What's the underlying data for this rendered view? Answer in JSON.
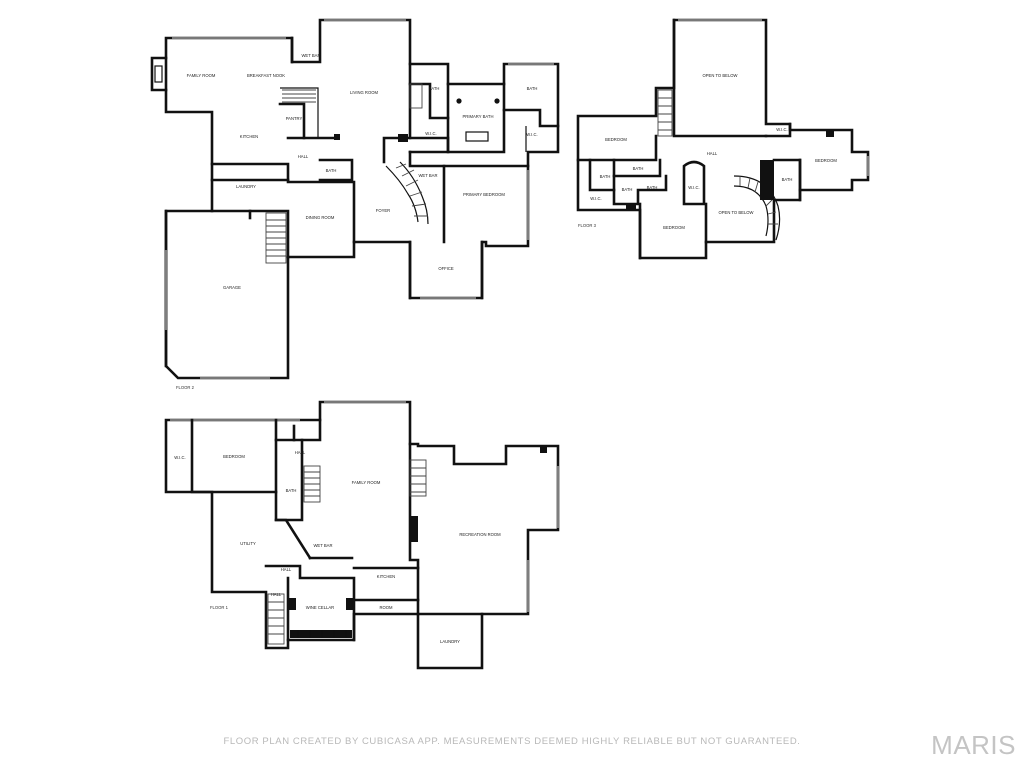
{
  "floors": {
    "floor2": {
      "label": "FLOOR 2",
      "rooms": {
        "family_room": "FAMILY ROOM",
        "breakfast_nook": "BREAKFAST NOOK",
        "wet_bar_top": "WET BAR",
        "living_room": "LIVING ROOM",
        "pantry": "PANTRY",
        "kitchen": "KITCHEN",
        "hall": "HALL",
        "bath_hall": "BATH",
        "laundry": "LAUNDRY",
        "dining_room": "DINING ROOM",
        "foyer": "FOYER",
        "wet_bar_mid": "WET BAR",
        "bath_primary_left": "BATH",
        "wic_primary_left": "W.I.C.",
        "primary_bath": "PRIMARY BATH",
        "bath_primary_right": "BATH",
        "wic_primary_right": "W.I.C.",
        "primary_bedroom": "PRIMARY BEDROOM",
        "office": "OFFICE",
        "garage": "GARAGE"
      }
    },
    "floor3": {
      "label": "FLOOR 3",
      "rooms": {
        "open_to_below_top": "OPEN TO BELOW",
        "bedroom_left": "BEDROOM",
        "hall": "HALL",
        "wic_right": "W.I.C.",
        "bedroom_right": "BEDROOM",
        "bath_a": "BATH",
        "bath_b": "BATH",
        "bath_c": "BATH",
        "bath_d": "BATH",
        "wic_left": "W.I.C.",
        "wic_mid": "W.I.C.",
        "bath_right": "BATH",
        "bedroom_bottom": "BEDROOM",
        "open_to_below_bottom": "OPEN TO BELOW"
      }
    },
    "floor1": {
      "label": "FLOOR 1",
      "rooms": {
        "wic": "W.I.C.",
        "bedroom": "BEDROOM",
        "hall_top": "HALL",
        "bath": "BATH",
        "family_room": "FAMILY ROOM",
        "utility": "UTILITY",
        "wet_bar": "WET BAR",
        "recreation_room": "RECREATION ROOM",
        "hall_mid": "HALL",
        "hall_low": "HALL",
        "kitchen": "KITCHEN",
        "wine_cellar": "WINE CELLAR",
        "room": "ROOM",
        "laundry": "LAUNDRY"
      }
    }
  },
  "footer": {
    "disclaimer": "FLOOR PLAN CREATED BY CUBICASA APP. MEASUREMENTS DEEMED HIGHLY RELIABLE BUT NOT GUARANTEED.",
    "brand": "MARIS"
  }
}
